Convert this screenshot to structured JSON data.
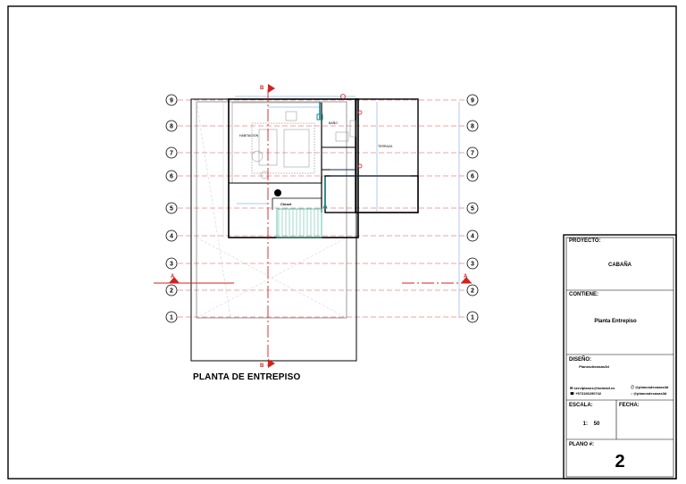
{
  "drawing": {
    "title": "PLANTA DE ENTREPISO",
    "grid_labels": [
      "9",
      "8",
      "7",
      "6",
      "5",
      "4",
      "3",
      "2",
      "1"
    ],
    "section_a": "A",
    "section_b": "B",
    "rooms": {
      "bedroom": "HABITACION",
      "bathroom": "BAÑO",
      "terrace": "TERRAZA",
      "closet": "Closet"
    }
  },
  "title_block": {
    "project_label": "PROYECTO:",
    "project_value": "CABAÑA",
    "contains_label": "CONTIENE:",
    "contains_value": "Planta Entrepiso",
    "design_label": "DISEÑO:",
    "design_value": "Planosdecasas3d",
    "email": "serviplanos@hotmail.es",
    "phone": "+573166290742",
    "facebook": "@planosdecasas3d",
    "tiktok": "@planosdecasas3d",
    "scale_label": "ESCALA:",
    "scale_value": "1:    50",
    "date_label": "FECHA:",
    "plan_label": "PLANO #:",
    "plan_value": "2"
  },
  "colors": {
    "grid_line": "#d94a4a",
    "section_mark": "#d42020",
    "pipe": "#1c8a8a",
    "dimension": "#3a74c4",
    "stairs": "#3bb59a",
    "furniture": "#8a8a8a"
  }
}
